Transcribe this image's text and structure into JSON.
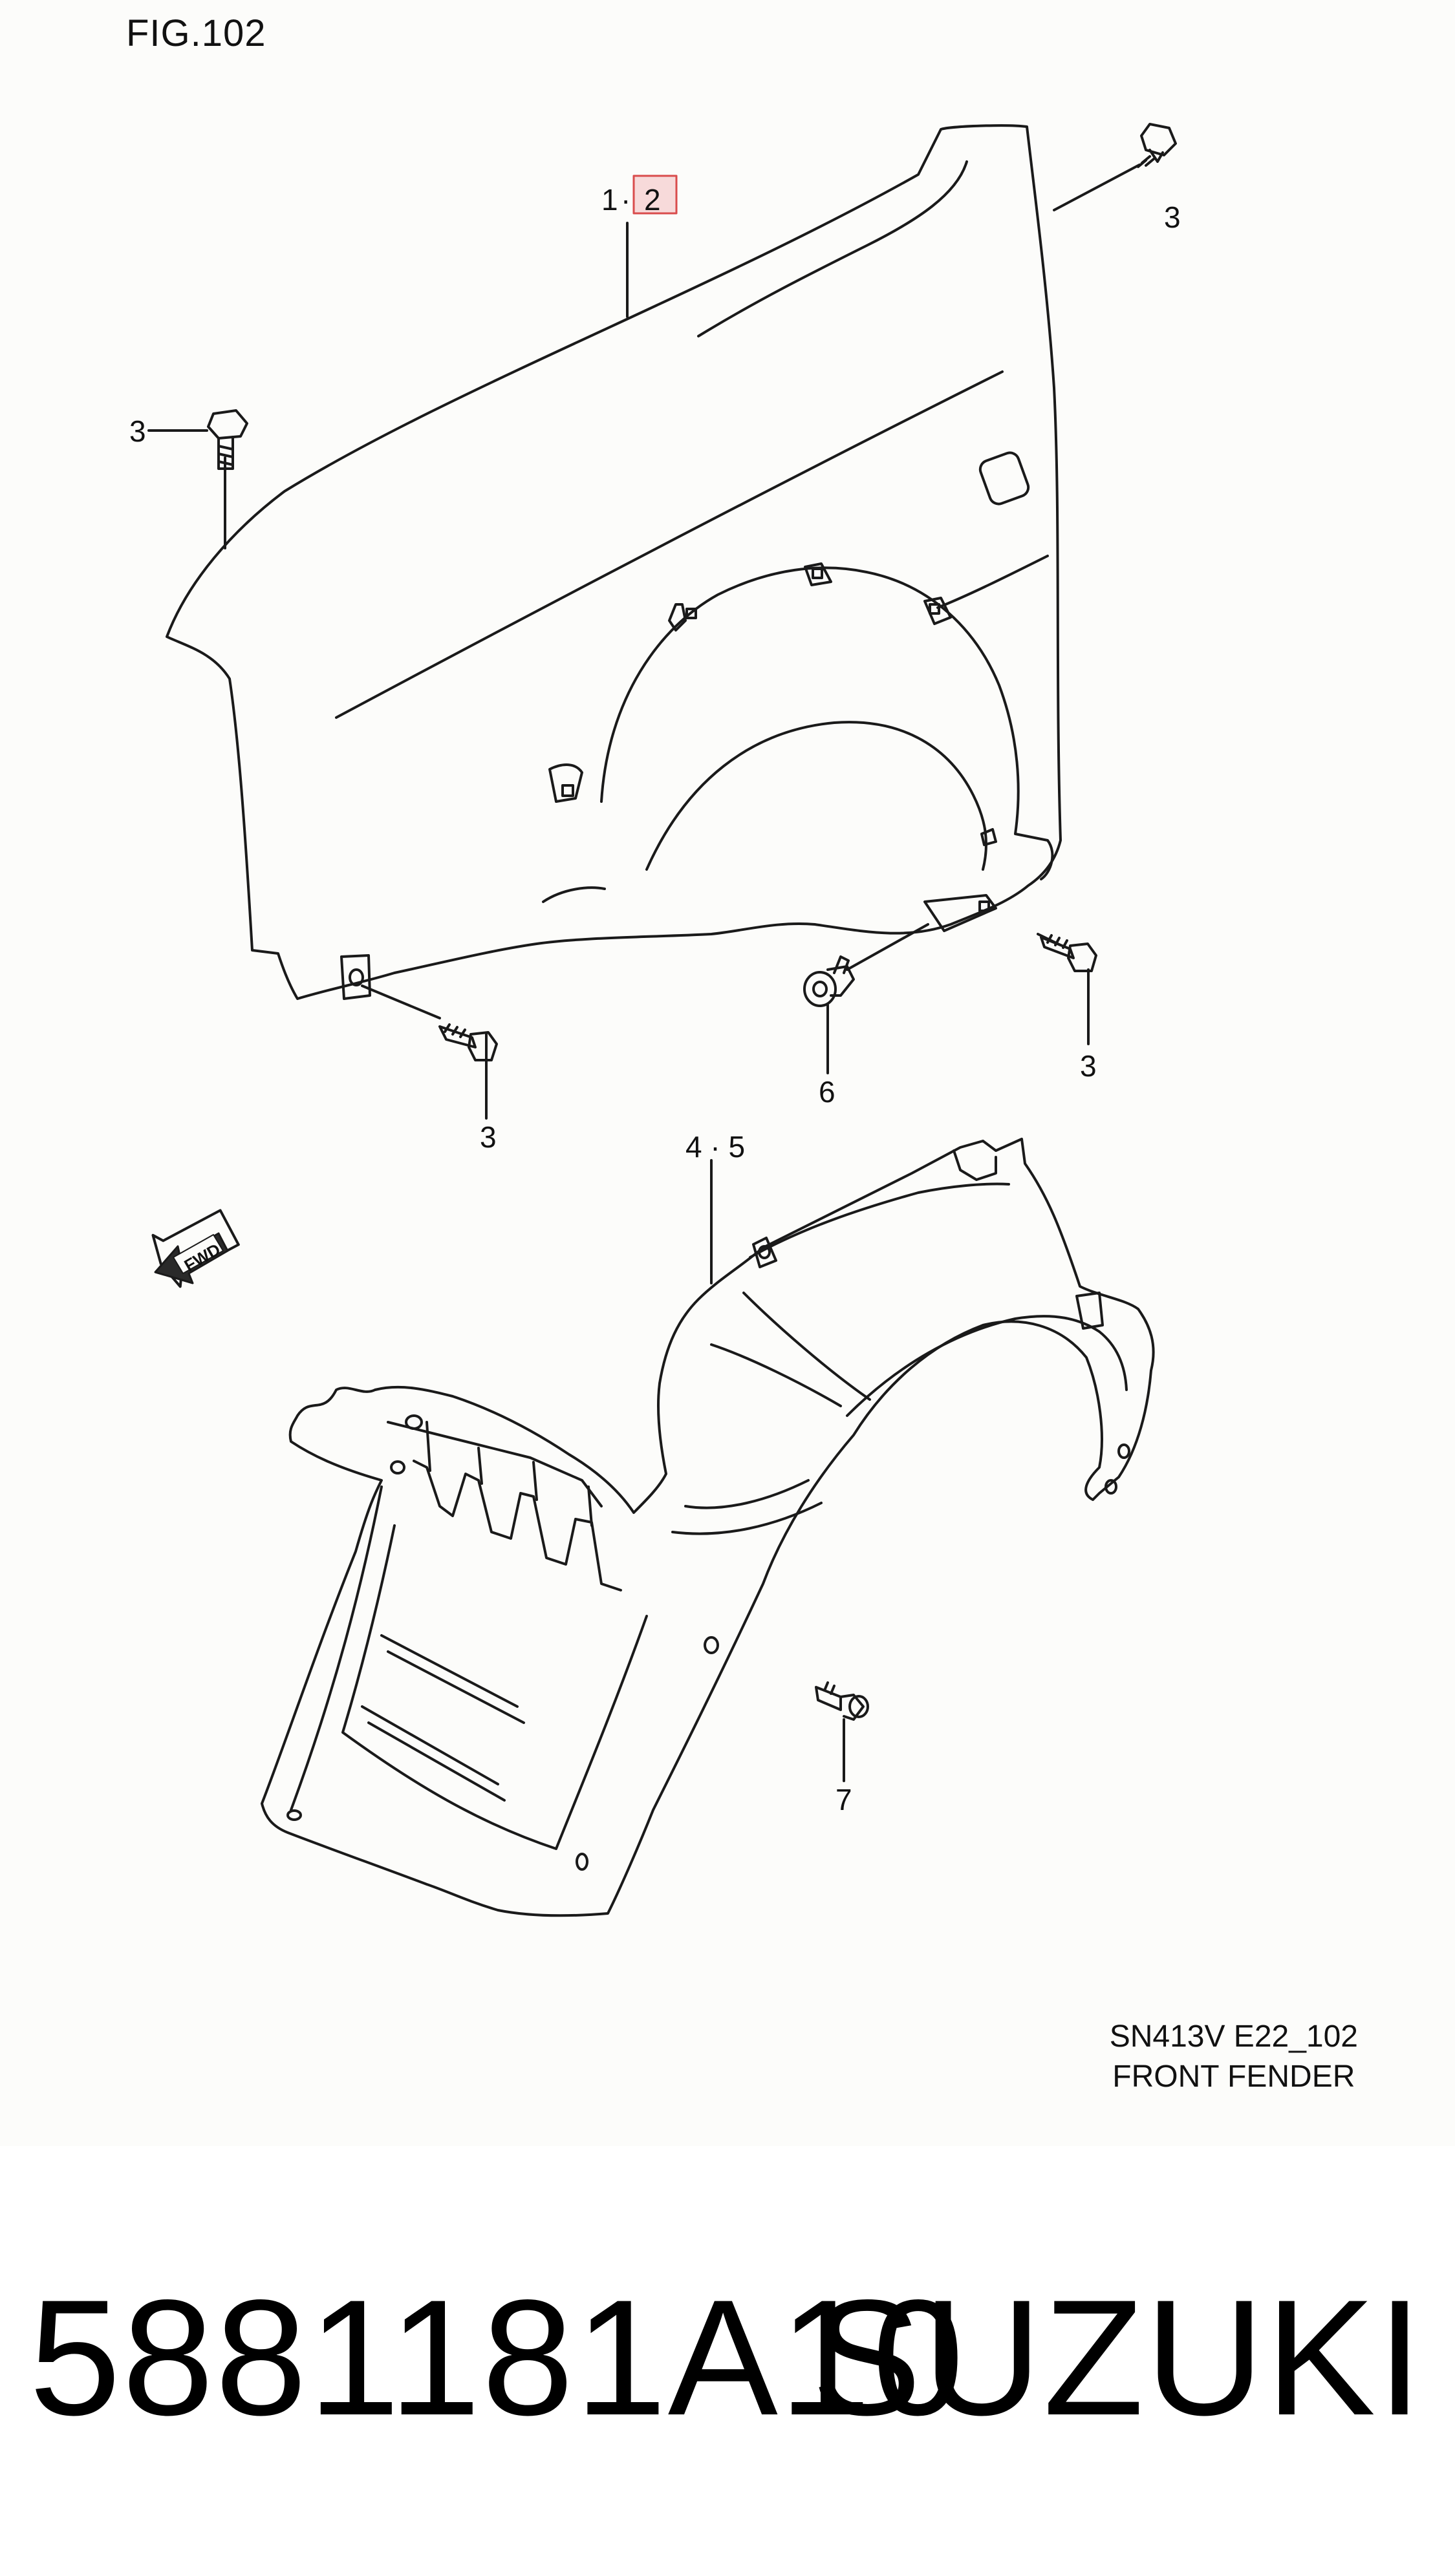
{
  "figure": {
    "title": "FIG.102",
    "caption_line1": "SN413V E22_102",
    "caption_line2": "FRONT FENDER",
    "fwd_label": "FWD"
  },
  "callouts": {
    "fender_ref_a": "1",
    "fender_sep": "·",
    "fender_ref_b": "2",
    "liner_ref": "4 · 5",
    "bolt_top_right": "3",
    "bolt_left": "3",
    "bolt_bottom_left": "3",
    "bolt_bottom_right": "3",
    "clip_6": "6",
    "clip_7": "7"
  },
  "colors": {
    "line": "#1a1a1a",
    "highlight_fill": "#f7dada",
    "highlight_stroke": "#d94c4c",
    "panel_bg": "#fcfcfa"
  },
  "banner": {
    "part_number": "5881181A10",
    "brand": "SUZUKI"
  }
}
